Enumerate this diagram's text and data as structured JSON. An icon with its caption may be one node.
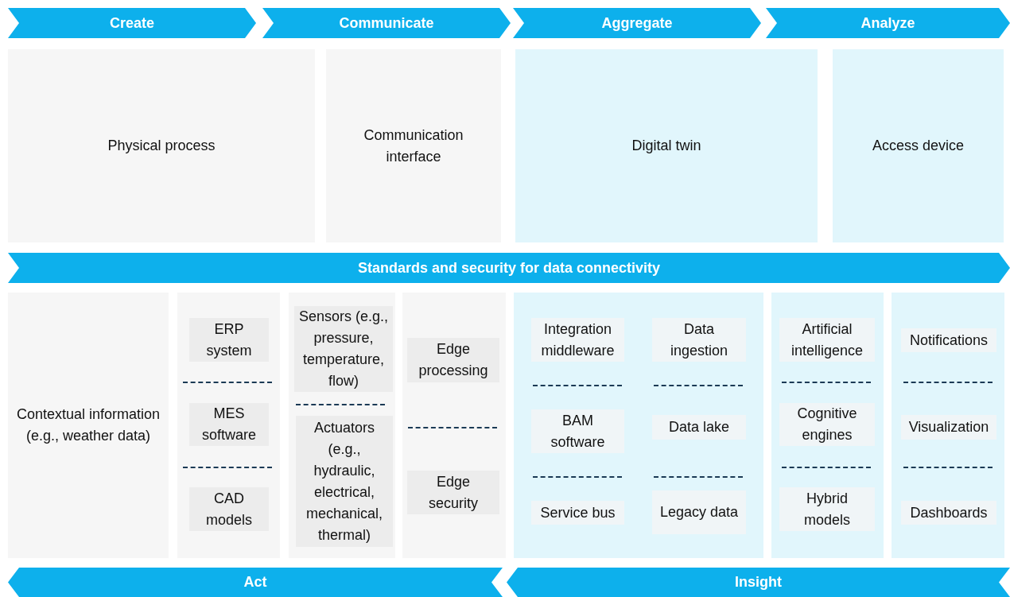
{
  "diagram": {
    "nodes": [
      {
        "text": [
          "Create"
        ]
      },
      {
        "text": [
          "Communicate"
        ]
      },
      {
        "text": [
          "Aggregate"
        ]
      },
      {
        "text": [
          "Analyze"
        ]
      },
      {
        "text": [
          "Physical process"
        ]
      },
      {
        "text": [
          "Communication interface"
        ]
      },
      {
        "text": [
          "Digital twin"
        ]
      },
      {
        "text": [
          "Access device"
        ]
      },
      {
        "text": [
          "Standards and security for data connectivity"
        ]
      },
      {
        "text": [
          "Contextual information (e.g., weather data)"
        ]
      },
      {
        "text": [],
        "shape": "box"
      },
      {
        "text": [
          "ERP system"
        ],
        "in": 10
      },
      {
        "text": [
          "MES software"
        ],
        "in": 10
      },
      {
        "text": [
          "CAD models"
        ],
        "in": 10
      },
      {
        "text": [],
        "shape": "box"
      },
      {
        "text": [
          "Sensors (e.g., pressure, temperature, flow)"
        ],
        "in": 14
      },
      {
        "text": [
          "Actuators (e.g., hydraulic, electrical, mechanical, thermal)"
        ],
        "in": 14
      },
      {
        "text": [],
        "shape": "box"
      },
      {
        "text": [
          "Edge processing"
        ],
        "in": 17
      },
      {
        "text": [
          "Edge security"
        ],
        "in": 17
      },
      {
        "text": [],
        "shape": "box"
      },
      {
        "text": [
          "Integration middleware"
        ],
        "in": 20
      },
      {
        "text": [
          "Data ingestion"
        ],
        "in": 20
      },
      {
        "text": [
          "BAM software"
        ],
        "in": 20
      },
      {
        "text": [
          "Data lake"
        ],
        "in": 20
      },
      {
        "text": [
          "Service bus"
        ],
        "in": 20
      },
      {
        "text": [
          "Legacy data"
        ],
        "in": 20
      },
      {
        "text": [],
        "shape": "box"
      },
      {
        "text": [
          "Artificial intelligence"
        ],
        "in": 27
      },
      {
        "text": [
          "Cognitive engines"
        ],
        "in": 27
      },
      {
        "text": [
          "Hybrid models"
        ],
        "in": 27
      },
      {
        "text": [],
        "shape": "box"
      },
      {
        "text": [
          "Notifications"
        ],
        "in": 31
      },
      {
        "text": [
          "Visualization"
        ],
        "in": 31
      },
      {
        "text": [
          "Dashboards"
        ],
        "in": 31
      },
      {
        "text": [
          "Act"
        ]
      },
      {
        "text": [
          "Insight"
        ]
      }
    ]
  }
}
